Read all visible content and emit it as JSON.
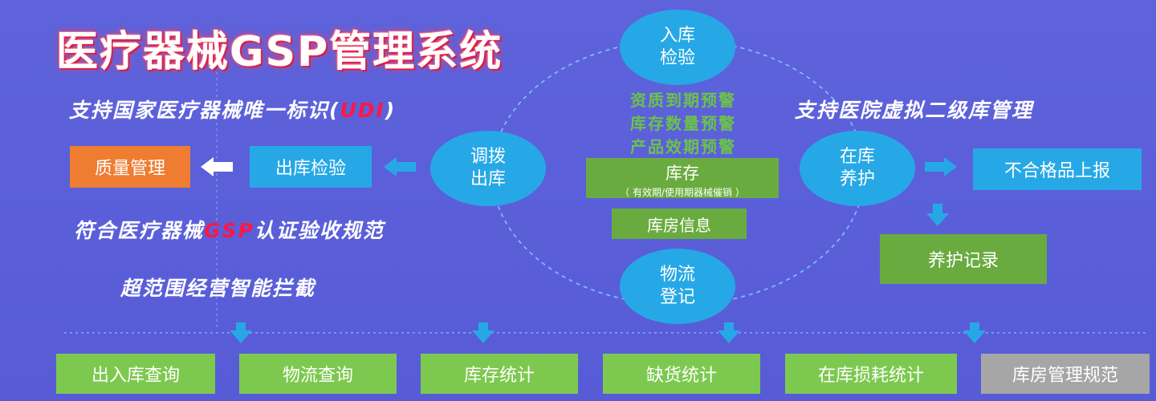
{
  "title": "医疗器械GSP管理系统",
  "slogans": {
    "udi_prefix": "支持国家医疗器械唯一标识(",
    "udi_hl": "UDI",
    "udi_suffix": ")",
    "hospital": "支持医院虚拟二级库管理",
    "gsp_prefix": "符合医疗器械",
    "gsp_hl": "GSP",
    "gsp_suffix": "认证验收规范",
    "intercept": "超范围经营智能拦截"
  },
  "circles": {
    "inbound": [
      "入库",
      "检验"
    ],
    "transfer": [
      "调拨",
      "出库"
    ],
    "maintain": [
      "在库",
      "养护"
    ],
    "logistics": [
      "物流",
      "登记"
    ]
  },
  "boxes": {
    "quality": "质量管理",
    "outbound_check": "出库检验",
    "nonconform": "不合格品上报",
    "maintain_record": "养护记录",
    "warehouse_info": "库房信息"
  },
  "warnings": [
    "资质到期预警",
    "库存数量预警",
    "产品效期预警"
  ],
  "stock": {
    "label": "库存",
    "note": "（ 有效期/使用期器械催销 ）"
  },
  "bottom": [
    "出入库查询",
    "物流查询",
    "库存统计",
    "缺货统计",
    "在库损耗统计",
    "库房管理规范"
  ],
  "colors": {
    "background": "#5a5fd8",
    "blue": "#27a8e6",
    "orange": "#ee7d31",
    "green": "#6aab3f",
    "light_green": "#7dc94f",
    "gray": "#a6a6a6",
    "highlight_red": "#ff1744",
    "arrow": "#27a8e6"
  }
}
